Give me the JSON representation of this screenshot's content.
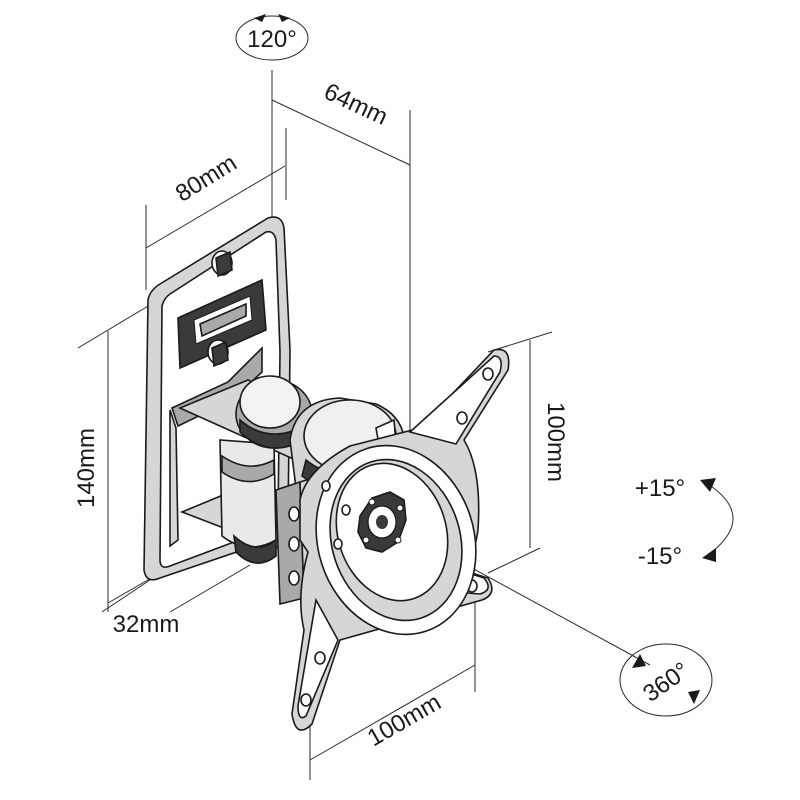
{
  "labels": {
    "swivel_angle": "120°",
    "depth": "64mm",
    "plate_width": "80mm",
    "plate_height": "140mm",
    "arm_offset": "32mm",
    "vesa_vertical": "100mm",
    "vesa_horizontal": "100mm",
    "tilt_up": "+15°",
    "tilt_down": "-15°",
    "rotation": "360°"
  },
  "colors": {
    "line": "#1a1a1a",
    "light_fill": "#d6d6d6",
    "mid_fill": "#a9a9a9",
    "dark_fill": "#3a3a3a"
  }
}
